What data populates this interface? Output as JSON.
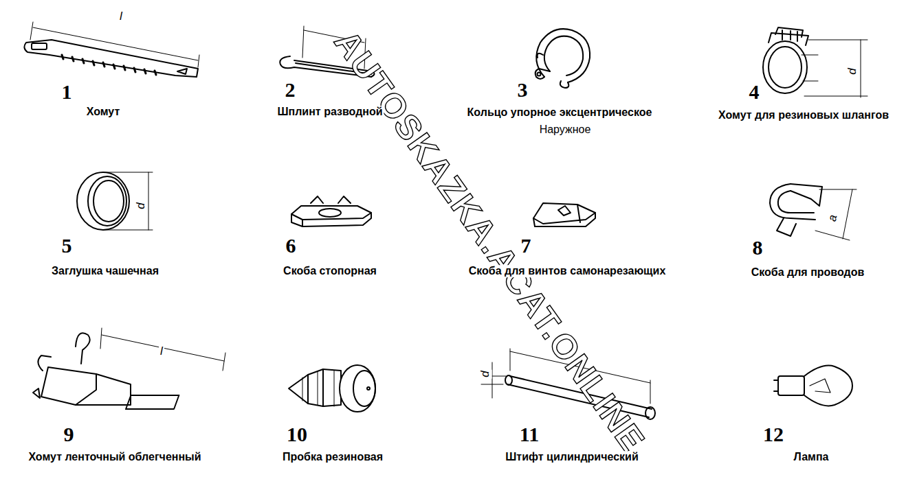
{
  "diagram": {
    "labels": [
      "1",
      "Хомут",
      "2",
      "Шплинт разводной",
      "3",
      "Кольцо упорное эксцентрическое",
      "Наружное",
      "4",
      "Хомут для резиновых шлангов",
      "5",
      "Заглушка чашечная",
      "6",
      "Скоба стопорная",
      "7",
      "Скоба для винтов самонарезающих",
      "8",
      "Скоба для проводов",
      "9",
      "Хомут ленточный облегченный",
      "10",
      "Пробка резиновая",
      "11",
      "Штифт цилиндрический",
      "12",
      "Лампа",
      "l",
      "d",
      "d",
      "a",
      "l",
      "d",
      "AUTOSKAZKA.ACAT.ONLINE"
    ]
  }
}
